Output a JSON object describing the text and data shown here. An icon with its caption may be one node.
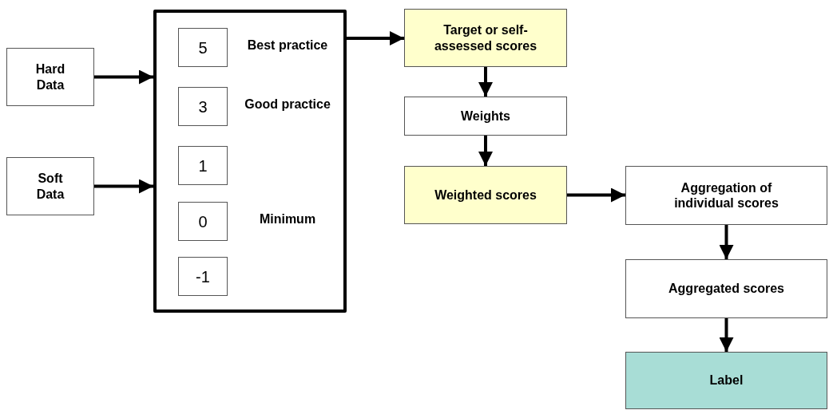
{
  "diagram": {
    "nodes": [
      {
        "text": [
          "Hard Data"
        ]
      },
      {
        "text": [
          "Soft Data"
        ]
      },
      {
        "text": [],
        "shape": "box"
      },
      {
        "text": [
          "5"
        ],
        "in": 2,
        "beside": [
          "Best practice"
        ]
      },
      {
        "text": [
          "3"
        ],
        "in": 2,
        "beside": [
          "Good practice"
        ]
      },
      {
        "text": [
          "1"
        ],
        "in": 2
      },
      {
        "text": [
          "0"
        ],
        "in": 2,
        "beside": [
          "Minimum"
        ]
      },
      {
        "text": [
          "-1"
        ],
        "in": 2
      },
      {
        "text": [
          "Target or self-assessed scores"
        ]
      },
      {
        "text": [
          "Weights"
        ]
      },
      {
        "text": [
          "Weighted scores"
        ]
      },
      {
        "text": [
          "Aggregation of individual scores"
        ]
      },
      {
        "text": [
          "Aggregated scores"
        ]
      },
      {
        "text": [
          "Label"
        ]
      }
    ],
    "edges": [
      {
        "from": 0,
        "to": 2,
        "arrow": "to"
      },
      {
        "from": 1,
        "to": 2,
        "arrow": "to"
      },
      {
        "from": 2,
        "to": 8,
        "arrow": "to"
      },
      {
        "from": 8,
        "to": 9,
        "arrow": "to"
      },
      {
        "from": 9,
        "to": 10,
        "arrow": "to"
      },
      {
        "from": 10,
        "to": 11,
        "arrow": "to"
      },
      {
        "from": 11,
        "to": 12,
        "arrow": "to"
      },
      {
        "from": 12,
        "to": 13,
        "arrow": "to"
      }
    ]
  }
}
